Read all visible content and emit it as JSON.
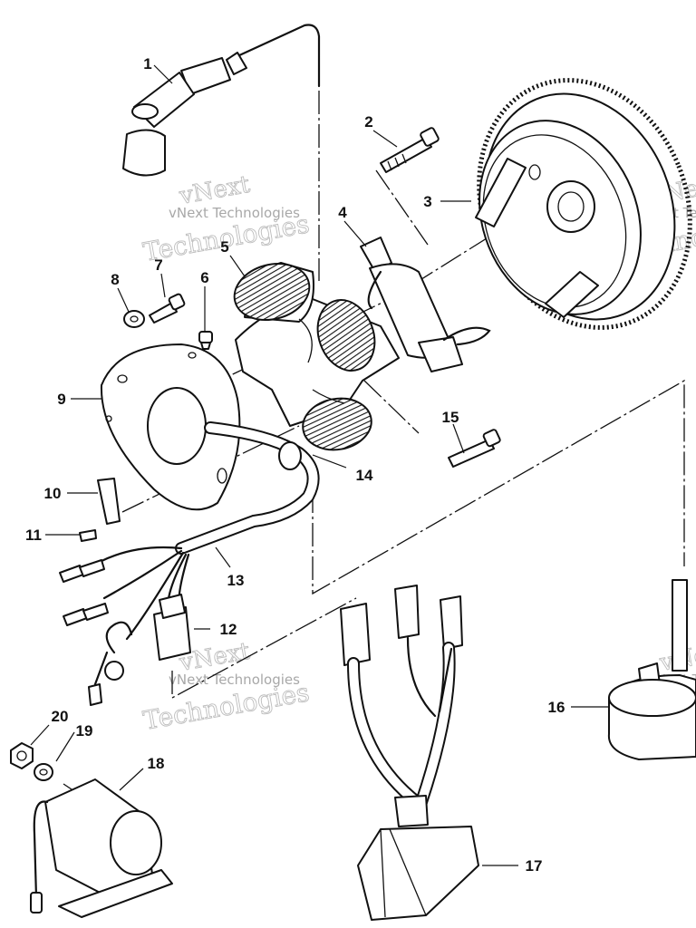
{
  "watermark": {
    "company": "vNext Technologies",
    "line1": "vNext",
    "line2": "Technologies"
  },
  "callouts": [
    {
      "n": "1"
    },
    {
      "n": "2"
    },
    {
      "n": "3"
    },
    {
      "n": "4"
    },
    {
      "n": "5"
    },
    {
      "n": "6"
    },
    {
      "n": "7"
    },
    {
      "n": "8"
    },
    {
      "n": "9"
    },
    {
      "n": "10"
    },
    {
      "n": "11"
    },
    {
      "n": "12"
    },
    {
      "n": "13"
    },
    {
      "n": "14"
    },
    {
      "n": "15"
    },
    {
      "n": "16"
    },
    {
      "n": "17"
    },
    {
      "n": "18"
    },
    {
      "n": "19"
    },
    {
      "n": "20"
    }
  ]
}
